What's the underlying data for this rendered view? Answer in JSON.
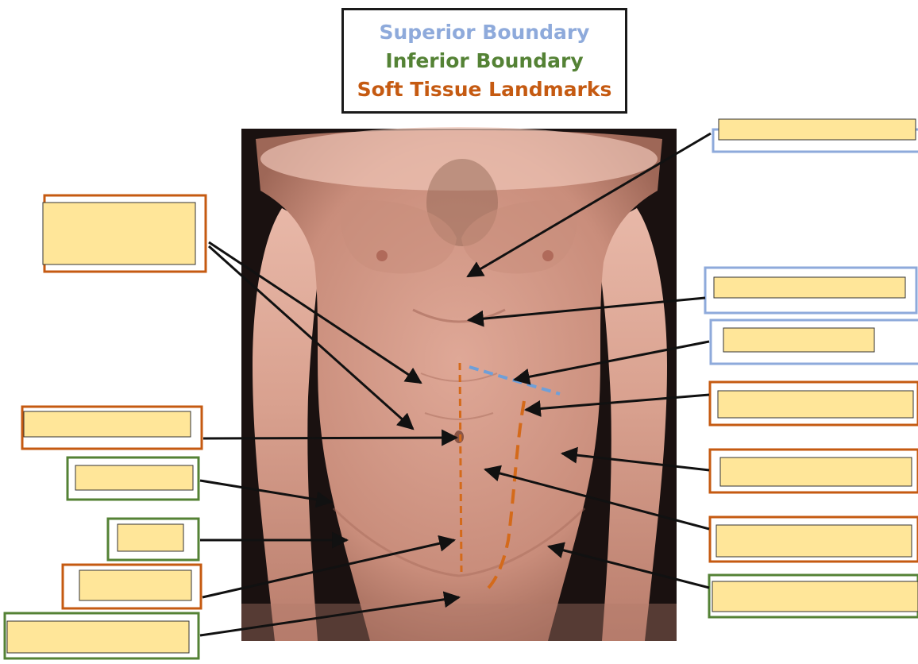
{
  "legend": {
    "entries": [
      {
        "label": "Superior Boundary",
        "color": "#8eaadb"
      },
      {
        "label": "Inferior Boundary",
        "color": "#548235"
      },
      {
        "label": "Soft Tissue Landmarks",
        "color": "#c55a11"
      }
    ]
  },
  "colors": {
    "superior": "#8eaadb",
    "inferior": "#548235",
    "landmark": "#c55a11",
    "label_fill": "#ffe699",
    "arrow": "#111111",
    "linea_alba_dash": "#d46a1a",
    "semilunar_dash": "#d46a1a",
    "costal_dash": "#6f9fd8"
  },
  "image": {
    "subject": "photograph of anterior male torso"
  },
  "label_boxes": [
    {
      "id": "jugular-notch",
      "category": "superior"
    },
    {
      "id": "xiphoid-process",
      "category": "superior"
    },
    {
      "id": "costal-margin",
      "category": "superior"
    },
    {
      "id": "linea-semilunaris",
      "category": "landmark"
    },
    {
      "id": "rectus-abdominis",
      "category": "landmark"
    },
    {
      "id": "tendinous-intersections",
      "category": "landmark"
    },
    {
      "id": "iliac-crest",
      "category": "inferior"
    },
    {
      "id": "tendinous-intersections-pair",
      "category": "landmark"
    },
    {
      "id": "umbilicus",
      "category": "landmark"
    },
    {
      "id": "iliac-crest-left",
      "category": "inferior"
    },
    {
      "id": "asis",
      "category": "inferior"
    },
    {
      "id": "linea-alba",
      "category": "landmark"
    },
    {
      "id": "pubic-symphysis",
      "category": "inferior"
    }
  ]
}
